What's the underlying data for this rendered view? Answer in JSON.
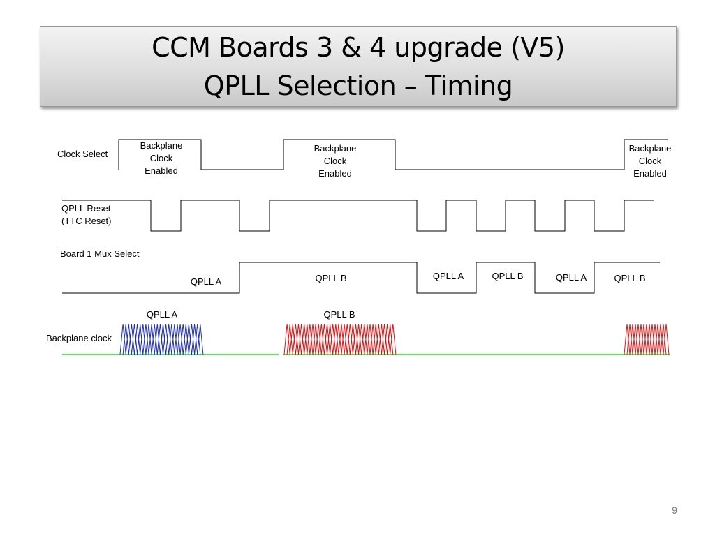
{
  "slide": {
    "title_line1": "CCM Boards 3 & 4 upgrade (V5)",
    "title_line2": "QPLL Selection – Timing",
    "page_number": "9"
  },
  "diagram": {
    "colors": {
      "signal": "#000000",
      "clock_baseline": "#00cc00",
      "qpll_a_clock": "#1f2fb5",
      "qpll_b_clock": "#e01010"
    },
    "signals": {
      "clock_select": {
        "label": "Clock Select",
        "pulse_label_line1": "Backplane",
        "pulse_label_line2": "Clock",
        "pulse_label_line3": "Enabled"
      },
      "qpll_reset": {
        "label_line1": "QPLL Reset",
        "label_line2": "(TTC Reset)"
      },
      "mux_select": {
        "label": "Board 1 Mux Select",
        "segments": [
          {
            "label": "QPLL A"
          },
          {
            "label": "QPLL B"
          },
          {
            "label": "QPLL A"
          },
          {
            "label": "QPLL B"
          },
          {
            "label": "QPLL A"
          },
          {
            "label": "QPLL B"
          }
        ]
      },
      "backplane_clock": {
        "label": "Backplane clock",
        "burst_a_label": "QPLL A",
        "burst_b_label": "QPLL B"
      }
    }
  }
}
